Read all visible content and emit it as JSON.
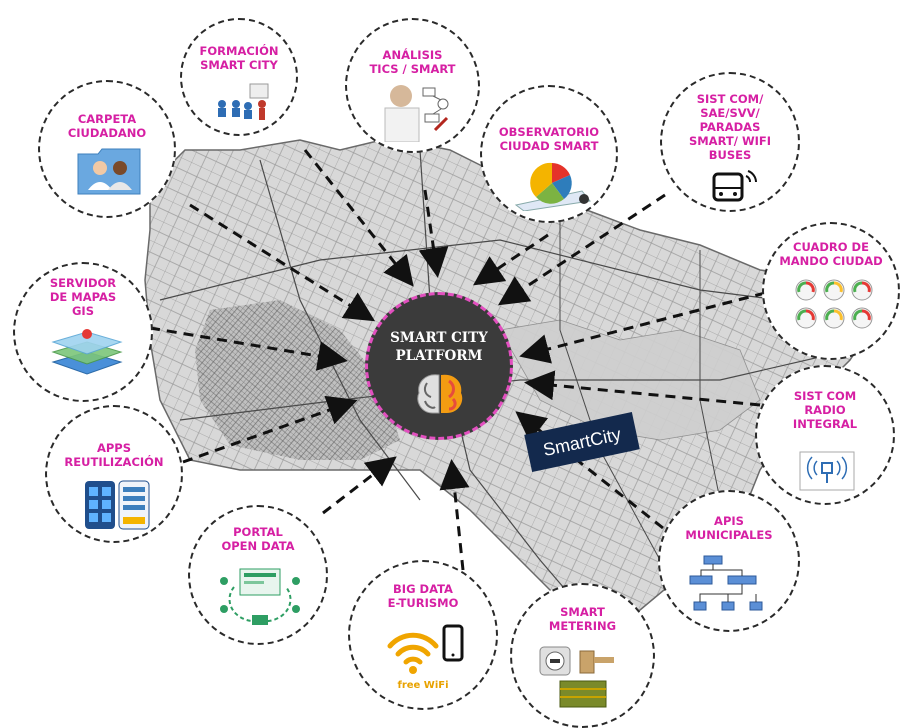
{
  "center": {
    "title_line1": "SMART CITY",
    "title_line2": "PLATFORM",
    "icon": "brain-icon"
  },
  "badge": {
    "text": "SmartCity"
  },
  "nodes": [
    {
      "id": "formacion",
      "lines": [
        "FORMACIÓN",
        "SMART CITY"
      ],
      "icon": "presentation-icon"
    },
    {
      "id": "analisis",
      "lines": [
        "ANÁLISIS",
        "TICS / SMART"
      ],
      "icon": "analyst-icon"
    },
    {
      "id": "carpeta",
      "lines": [
        "CARPETA",
        "CIUDADANO"
      ],
      "icon": "citizen-folder-icon"
    },
    {
      "id": "observatorio",
      "lines": [
        "OBSERVATORIO",
        "CIUDAD SMART"
      ],
      "icon": "pie-chart-icon"
    },
    {
      "id": "sist-com",
      "lines": [
        "SIST COM/",
        "SAE/SVV/",
        "PARADAS",
        "SMART/ WIFI",
        "BUSES"
      ],
      "icon": "bus-wifi-icon"
    },
    {
      "id": "cuadro",
      "lines": [
        "CUADRO DE",
        "MANDO CIUDAD"
      ],
      "icon": "gauges-icon"
    },
    {
      "id": "servidor",
      "lines": [
        "SERVIDOR",
        "DE MAPAS",
        "GIS"
      ],
      "icon": "map-layers-icon"
    },
    {
      "id": "radio",
      "lines": [
        "SIST COM",
        "RADIO",
        "INTEGRAL"
      ],
      "icon": "radio-antenna-icon"
    },
    {
      "id": "apps",
      "lines": [
        "APPS",
        "REUTILIZACIÓN"
      ],
      "icon": "mobile-apps-icon"
    },
    {
      "id": "apis",
      "lines": [
        "APIS",
        "MUNICIPALES"
      ],
      "icon": "api-flowchart-icon"
    },
    {
      "id": "portal",
      "lines": [
        "PORTAL",
        "OPEN DATA"
      ],
      "icon": "open-data-icon"
    },
    {
      "id": "bigdata",
      "lines": [
        "BIG DATA",
        "E-TURISMO"
      ],
      "icon": "wifi-phone-icon",
      "caption": "free WiFi"
    },
    {
      "id": "metering",
      "lines": [
        "SMART",
        "METERING"
      ],
      "icon": "meter-icon"
    }
  ],
  "colors": {
    "label": "#d61fa3",
    "center_bg": "#3b3b3b",
    "center_border": "#e24fbf",
    "badge_bg": "#13294d"
  }
}
